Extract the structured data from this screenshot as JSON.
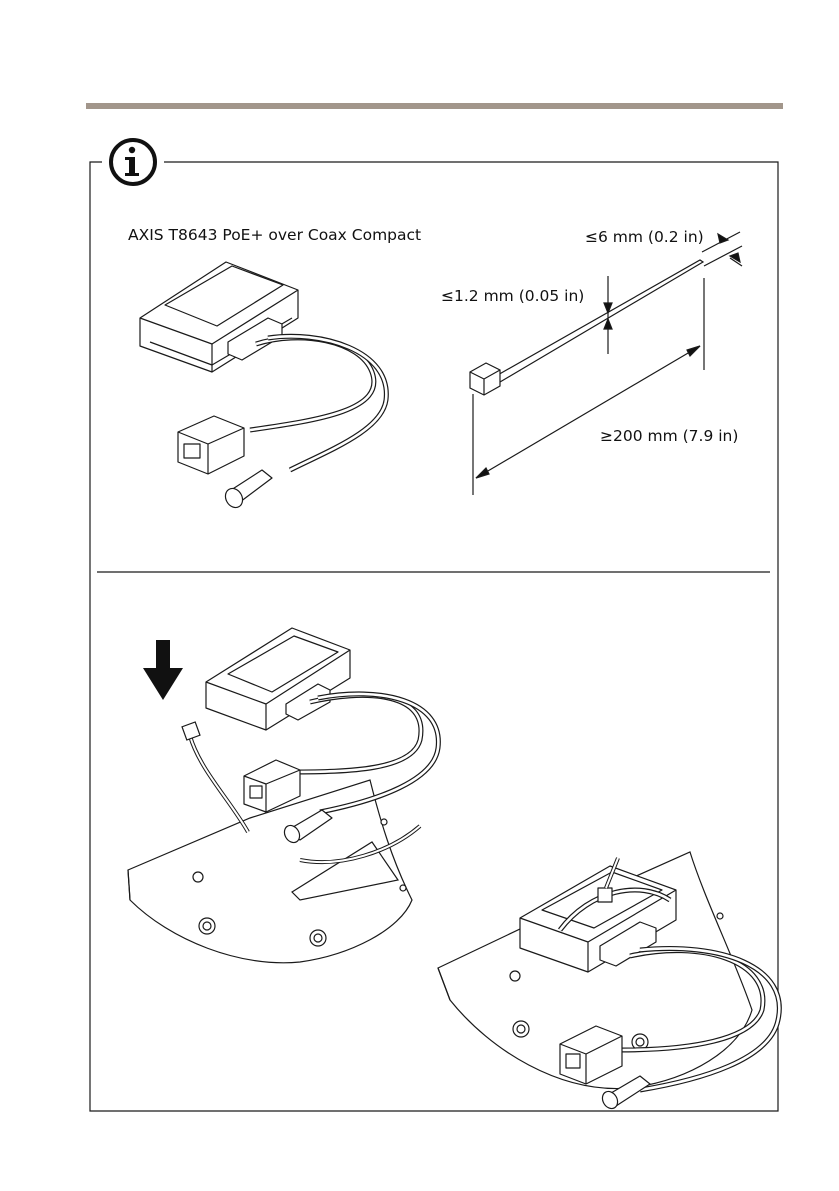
{
  "colors": {
    "header_rule": "#a2968b",
    "line": "#1a1a1a"
  },
  "icons": {
    "info": "info-icon",
    "arrow": "down-arrow-icon"
  },
  "top_panel": {
    "product_label": "AXIS T8643 PoE+ over Coax Compact",
    "cable_tie": {
      "width_label": "≤6 mm (0.2 in)",
      "thickness_label": "≤1.2 mm (0.05 in)",
      "length_label": "≥200 mm (7.9 in)"
    }
  }
}
